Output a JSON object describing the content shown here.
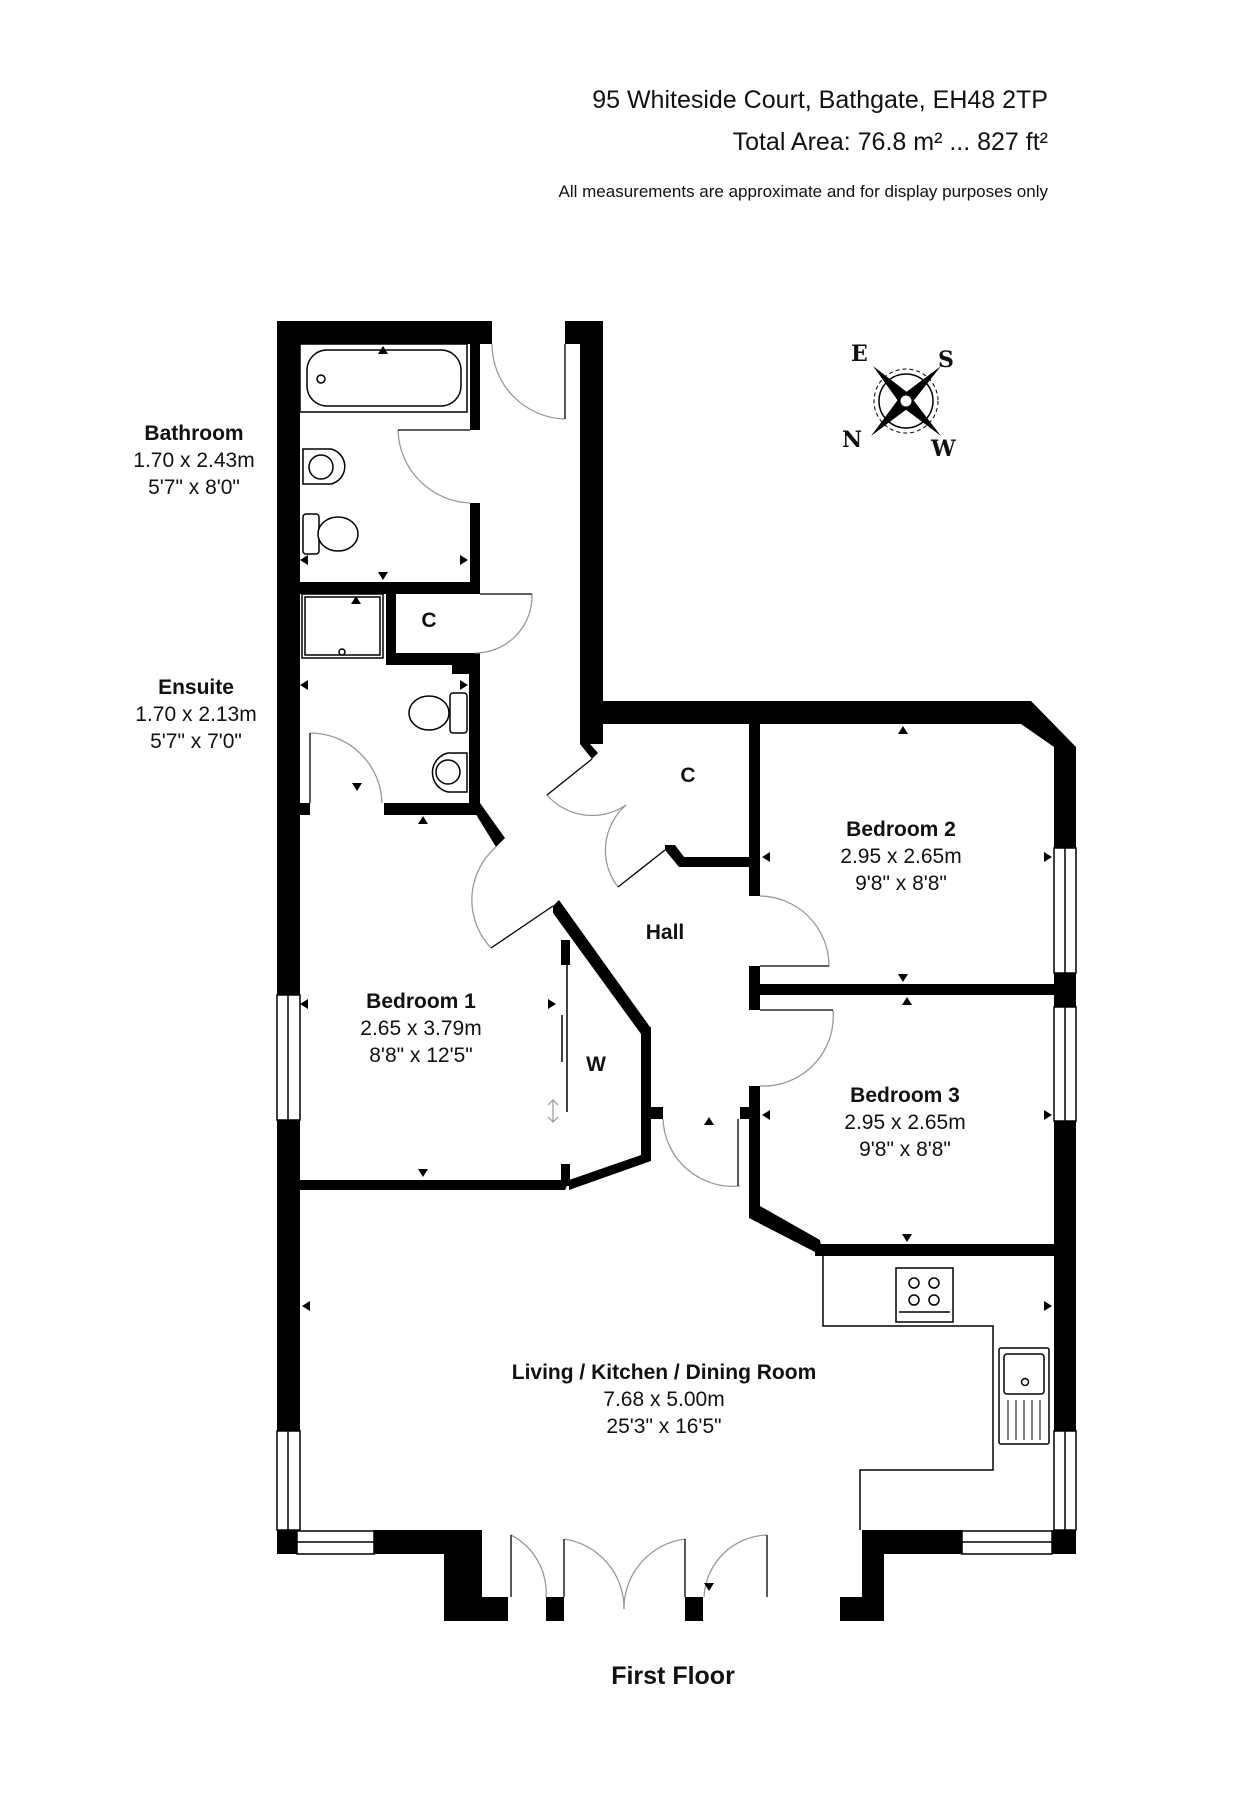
{
  "header": {
    "address": "95 Whiteside Court, Bathgate, EH48 2TP",
    "total_area": "Total Area: 76.8 m² ... 827 ft²",
    "disclaimer": "All measurements are approximate and for display purposes only"
  },
  "compass": {
    "north": "N",
    "east": "E",
    "south": "S",
    "west": "W"
  },
  "rooms": {
    "bathroom": {
      "name": "Bathroom",
      "metric": "1.70 x 2.43m",
      "imperial": "5'7\" x 8'0\""
    },
    "ensuite": {
      "name": "Ensuite",
      "metric": "1.70 x 2.13m",
      "imperial": "5'7\" x 7'0\""
    },
    "bedroom1": {
      "name": "Bedroom 1",
      "metric": "2.65 x 3.79m",
      "imperial": "8'8\" x 12'5\""
    },
    "bedroom2": {
      "name": "Bedroom 2",
      "metric": "2.95 x 2.65m",
      "imperial": "9'8\" x 8'8\""
    },
    "bedroom3": {
      "name": "Bedroom 3",
      "metric": "2.95 x 2.65m",
      "imperial": "9'8\" x 8'8\""
    },
    "living": {
      "name": "Living / Kitchen / Dining Room",
      "metric": "7.68 x 5.00m",
      "imperial": "25'3\" x 16'5\""
    }
  },
  "small_labels": {
    "cupboard_upper": "C",
    "cupboard_hall": "C",
    "hall": "Hall",
    "wardrobe": "W"
  },
  "footer": {
    "floor": "First Floor"
  }
}
